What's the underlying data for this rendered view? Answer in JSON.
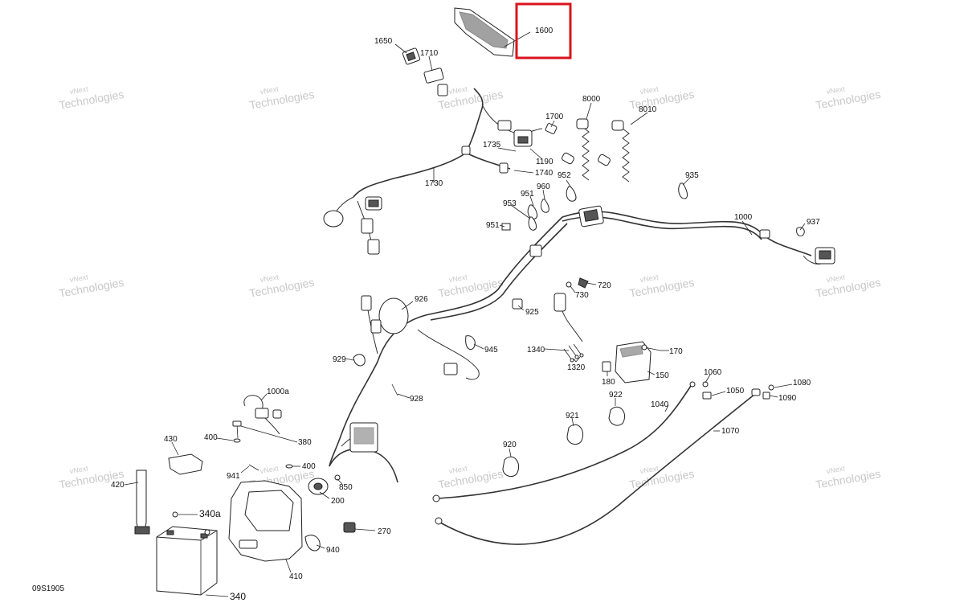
{
  "watermark": {
    "line1": "vNext",
    "line2": "Technologies"
  },
  "figure_code": "09S1905",
  "highlighted_part": "1600",
  "callouts": [
    {
      "id": "c1600",
      "text": "1600"
    },
    {
      "id": "c1650",
      "text": "1650"
    },
    {
      "id": "c1710",
      "text": "1710"
    },
    {
      "id": "c1700",
      "text": "1700"
    },
    {
      "id": "c1735",
      "text": "1735"
    },
    {
      "id": "c1190",
      "text": "1190"
    },
    {
      "id": "c1740",
      "text": "1740"
    },
    {
      "id": "c1730",
      "text": "1730"
    },
    {
      "id": "c8000",
      "text": "8000"
    },
    {
      "id": "c8010",
      "text": "8010"
    },
    {
      "id": "c952",
      "text": "952"
    },
    {
      "id": "c935",
      "text": "935"
    },
    {
      "id": "c951a",
      "text": "951"
    },
    {
      "id": "c960",
      "text": "960"
    },
    {
      "id": "c953",
      "text": "953"
    },
    {
      "id": "c951b",
      "text": "951"
    },
    {
      "id": "c1000",
      "text": "1000"
    },
    {
      "id": "c937",
      "text": "937"
    },
    {
      "id": "c720",
      "text": "720"
    },
    {
      "id": "c730",
      "text": "730"
    },
    {
      "id": "c926",
      "text": "926"
    },
    {
      "id": "c925",
      "text": "925"
    },
    {
      "id": "c945",
      "text": "945"
    },
    {
      "id": "c1340",
      "text": "1340"
    },
    {
      "id": "c1320",
      "text": "1320"
    },
    {
      "id": "c170",
      "text": "170"
    },
    {
      "id": "c150",
      "text": "150"
    },
    {
      "id": "c180",
      "text": "180"
    },
    {
      "id": "c929",
      "text": "929"
    },
    {
      "id": "c928",
      "text": "928"
    },
    {
      "id": "c1060",
      "text": "1060"
    },
    {
      "id": "c1050",
      "text": "1050"
    },
    {
      "id": "c1080",
      "text": "1080"
    },
    {
      "id": "c1090",
      "text": "1090"
    },
    {
      "id": "c922",
      "text": "922"
    },
    {
      "id": "c1040",
      "text": "1040"
    },
    {
      "id": "c921",
      "text": "921"
    },
    {
      "id": "c1070",
      "text": "1070"
    },
    {
      "id": "c920",
      "text": "920"
    },
    {
      "id": "c1000a",
      "text": "1000a"
    },
    {
      "id": "c430",
      "text": "430"
    },
    {
      "id": "c400a",
      "text": "400"
    },
    {
      "id": "c380",
      "text": "380"
    },
    {
      "id": "c941",
      "text": "941"
    },
    {
      "id": "c400b",
      "text": "400"
    },
    {
      "id": "c420",
      "text": "420"
    },
    {
      "id": "c850",
      "text": "850"
    },
    {
      "id": "c200",
      "text": "200"
    },
    {
      "id": "c340a",
      "text": "340a"
    },
    {
      "id": "c270",
      "text": "270"
    },
    {
      "id": "c940",
      "text": "940"
    },
    {
      "id": "c410",
      "text": "410"
    },
    {
      "id": "c340",
      "text": "340"
    }
  ]
}
